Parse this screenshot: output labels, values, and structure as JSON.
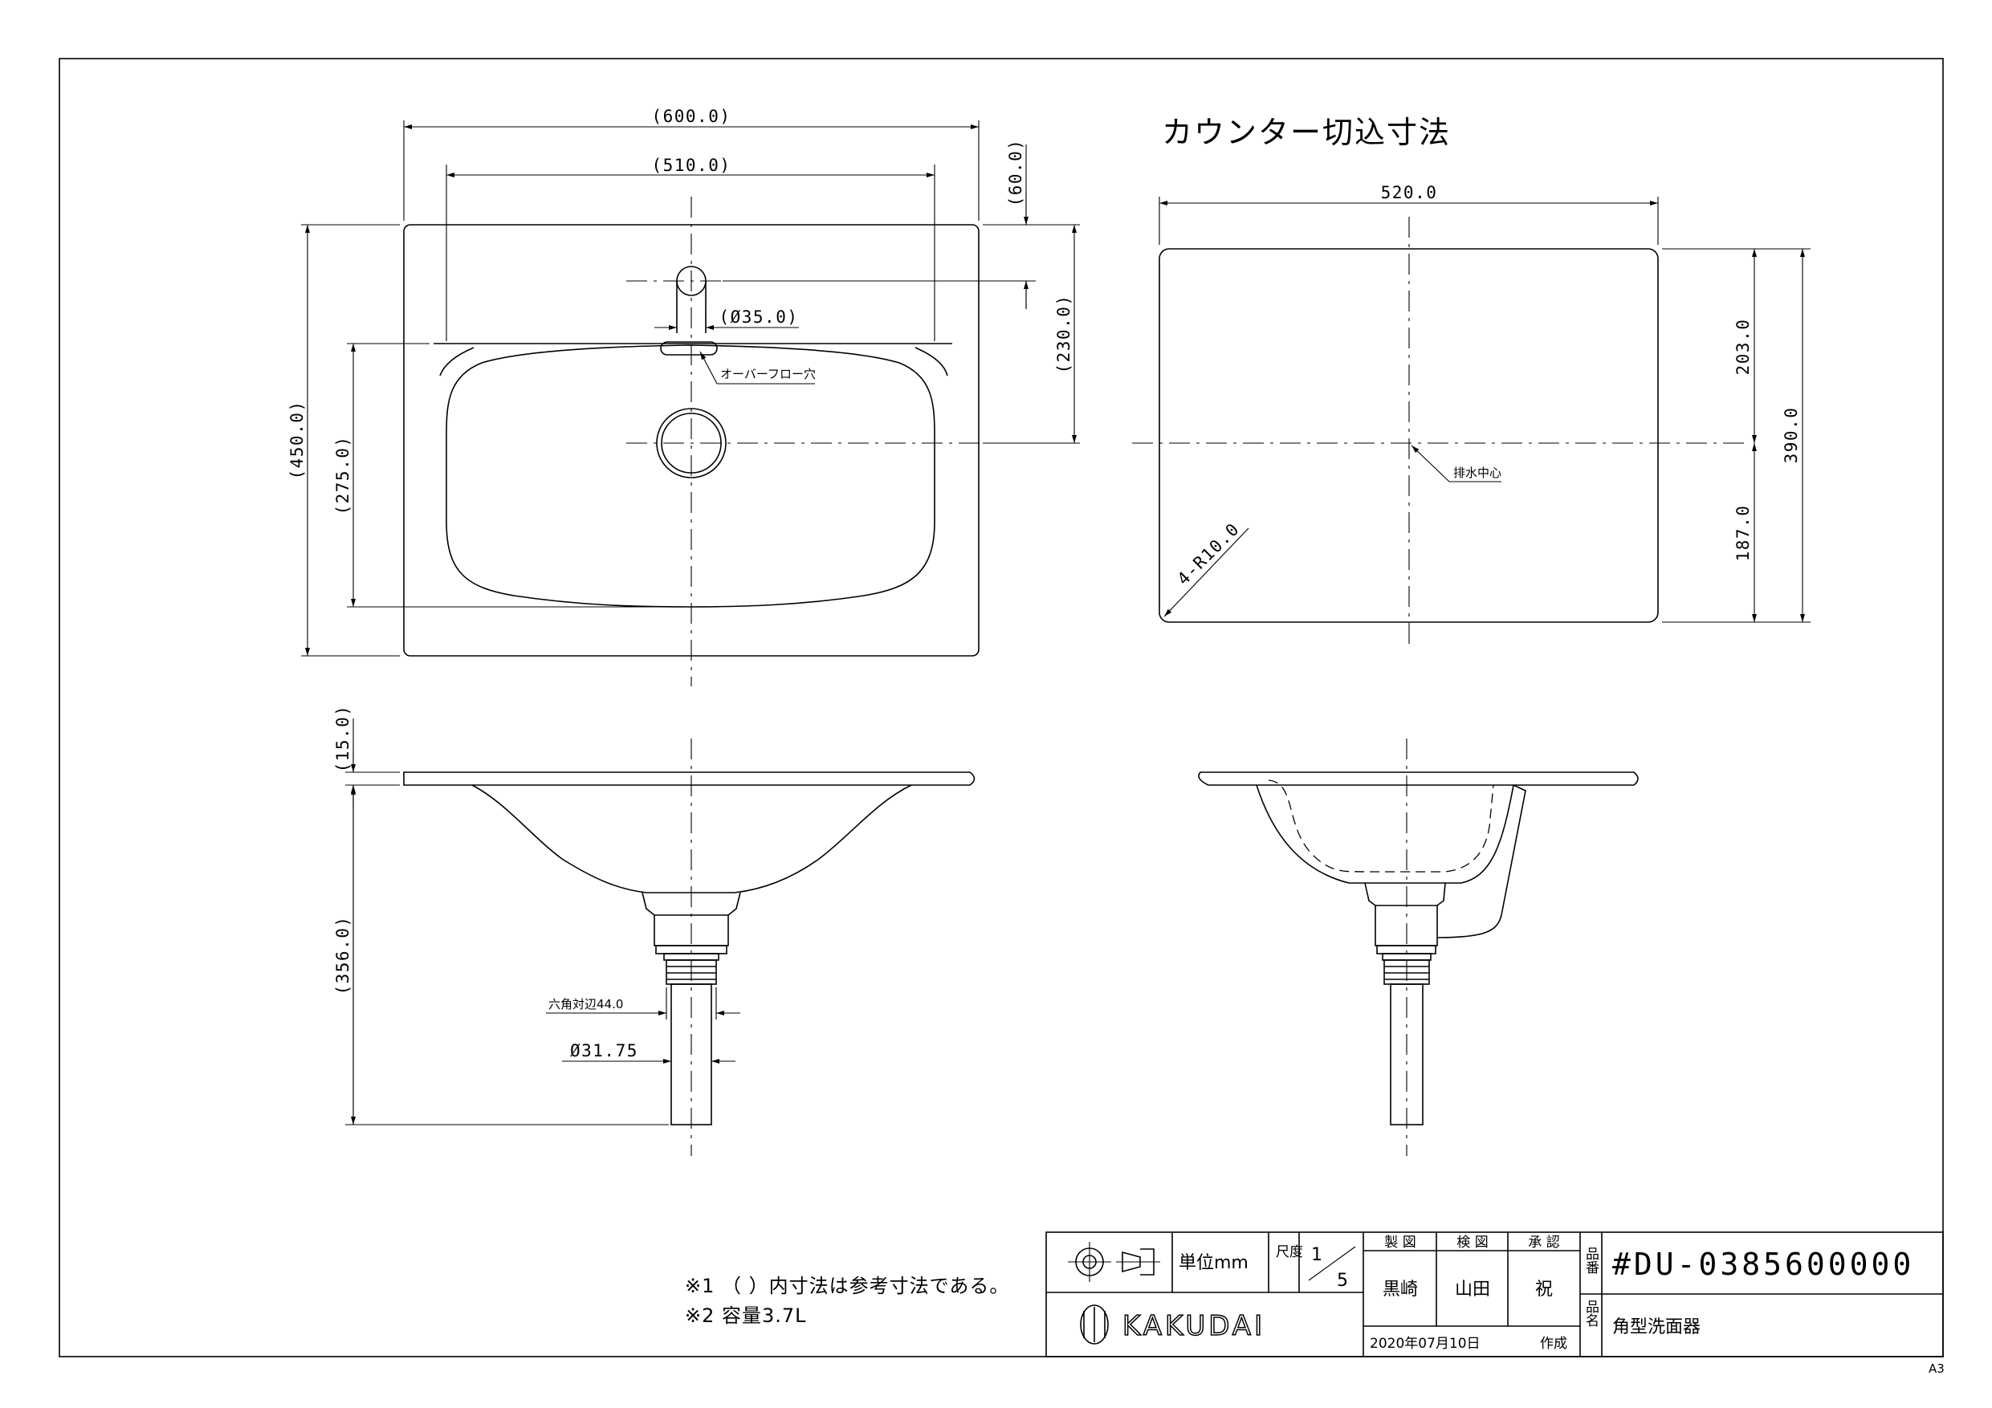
{
  "top_view": {
    "dims": {
      "width_overall": "(600.0)",
      "width_bowl": "(510.0)",
      "faucet_offset": "(60.0)",
      "drain_from_top": "(230.0)",
      "depth_overall": "(450.0)",
      "bowl_depth": "(275.0)",
      "faucet_hole": "(Ø35.0)"
    },
    "overflow_label": "オーバーフロー穴"
  },
  "cutout_view": {
    "title": "カウンター切込寸法",
    "dims": {
      "width": "520.0",
      "upper": "203.0",
      "lower": "187.0",
      "total": "390.0",
      "radius": "4-R10.0"
    },
    "drain_center_label": "排水中心"
  },
  "front_view": {
    "dims": {
      "rim": "(15.0)",
      "height": "(356.0)",
      "hex": "六角対辺44.0",
      "pipe": "Ø31.75"
    }
  },
  "notes": [
    "※1 （ ）内寸法は参考寸法である。",
    "※2 容量3.7L"
  ],
  "title_block": {
    "unit_label": "単位mm",
    "scale_label": "尺度",
    "scale_num": "1",
    "scale_den": "5",
    "role_drafted": "製 図",
    "role_checked": "検 図",
    "role_approved": "承 認",
    "name_drafted": "黒崎",
    "name_checked": "山田",
    "name_approved": "祝",
    "part_no_label": "品番",
    "part_no": "#DU-0385600000",
    "product_label": "品名",
    "product_name": "角型洗面器",
    "company": "KAKUDAI",
    "date": "2020年07月10日",
    "date_suffix": "作成"
  },
  "paper_size": "A3"
}
